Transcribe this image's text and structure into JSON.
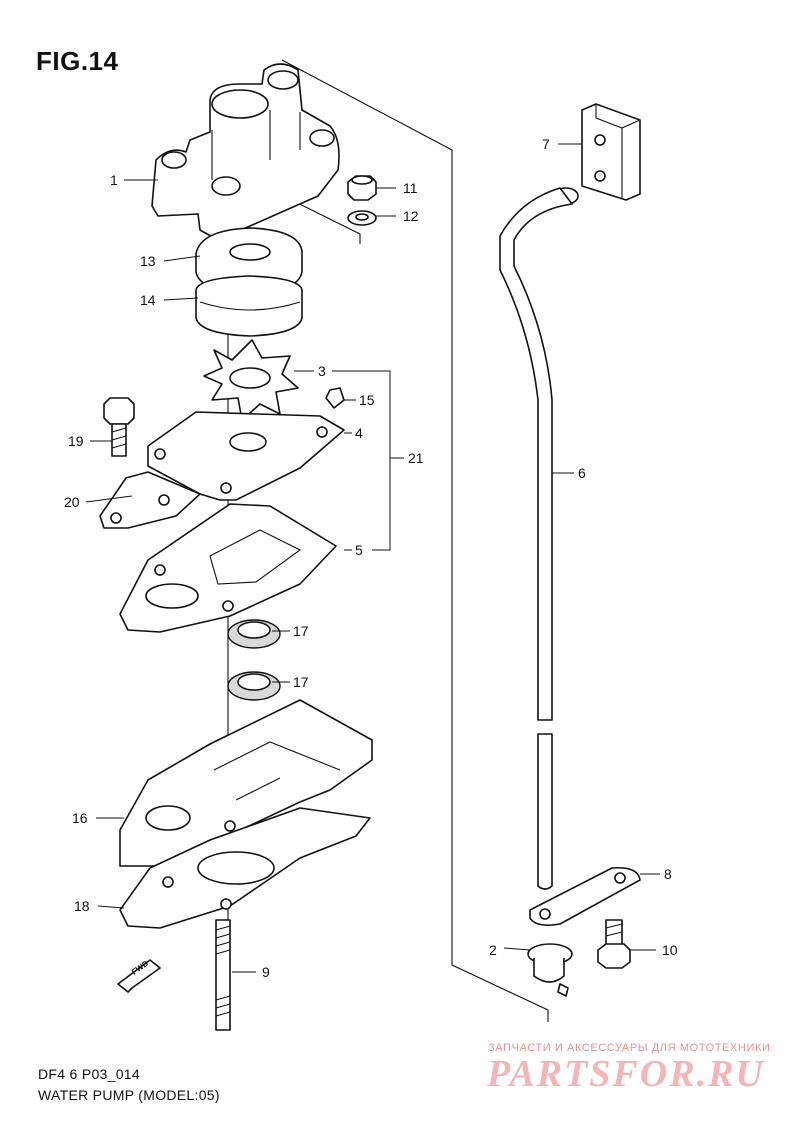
{
  "figure": {
    "title": "FIG.14"
  },
  "callouts": [
    {
      "id": "1",
      "label": "1"
    },
    {
      "id": "2",
      "label": "2"
    },
    {
      "id": "3",
      "label": "3"
    },
    {
      "id": "4",
      "label": "4"
    },
    {
      "id": "5",
      "label": "5"
    },
    {
      "id": "6",
      "label": "6"
    },
    {
      "id": "7",
      "label": "7"
    },
    {
      "id": "8",
      "label": "8"
    },
    {
      "id": "9",
      "label": "9"
    },
    {
      "id": "10",
      "label": "10"
    },
    {
      "id": "11",
      "label": "11"
    },
    {
      "id": "12",
      "label": "12"
    },
    {
      "id": "13",
      "label": "13"
    },
    {
      "id": "14",
      "label": "14"
    },
    {
      "id": "15",
      "label": "15"
    },
    {
      "id": "16",
      "label": "16"
    },
    {
      "id": "17a",
      "label": "17"
    },
    {
      "id": "17b",
      "label": "17"
    },
    {
      "id": "18",
      "label": "18"
    },
    {
      "id": "19",
      "label": "19"
    },
    {
      "id": "20",
      "label": "20"
    },
    {
      "id": "21",
      "label": "21"
    }
  ],
  "direction_marker": "FWD",
  "footer": {
    "code": "DF4 6 P03_014",
    "name": "WATER PUMP (MODEL:05)"
  },
  "watermark": {
    "tagline": "ЗАПЧАСТИ И АКСЕССУАРЫ ДЛЯ МОТОТЕХНИКИ",
    "logo": "PARTSFOR.RU"
  }
}
